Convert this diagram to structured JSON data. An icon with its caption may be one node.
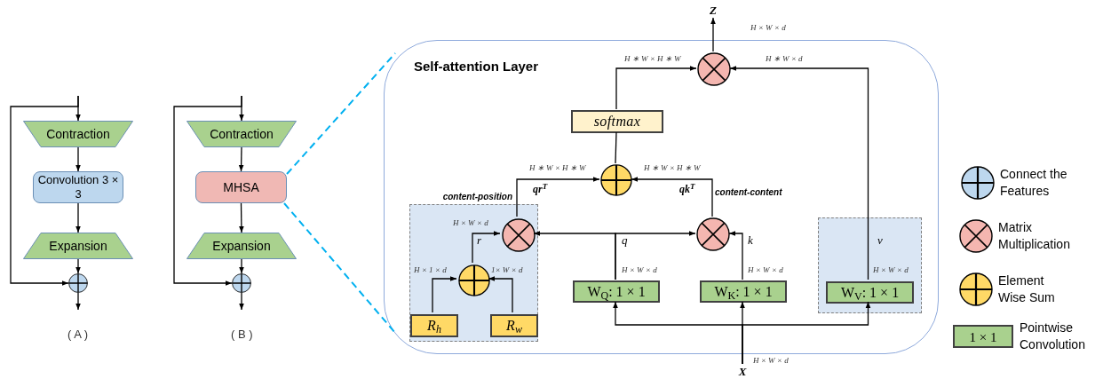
{
  "diagram": {
    "nodes": [
      {
        "text": [
          "Contraction"
        ]
      },
      {
        "text": [
          "Convolution 3 × 3"
        ]
      },
      {
        "text": [
          "Expansion"
        ]
      },
      {
        "text": [],
        "shape": "circle"
      },
      {
        "text": [
          "Contraction"
        ]
      },
      {
        "text": [
          "MHSA"
        ]
      },
      {
        "text": [
          "Expansion"
        ]
      },
      {
        "text": [],
        "shape": "circle"
      },
      {
        "text": [
          "Self-attention Layer"
        ]
      },
      {
        "text": [
          "softmax"
        ],
        "in": 8
      },
      {
        "text": [],
        "shape": "circle",
        "in": 8
      },
      {
        "text": [],
        "shape": "circle",
        "in": 8
      },
      {
        "text": [
          "content-position"
        ],
        "in": 8
      },
      {
        "text": [],
        "shape": "circle",
        "in": 12
      },
      {
        "text": [],
        "shape": "circle",
        "in": 12
      },
      {
        "text": [
          "R$_{h}$"
        ],
        "in": 12
      },
      {
        "text": [
          "R$_{w}$"
        ],
        "in": 12
      },
      {
        "text": [],
        "shape": "circle",
        "in": 8
      },
      {
        "text": [
          "W$_{Q}$: 1 × 1"
        ],
        "in": 8
      },
      {
        "text": [
          "W$_{K}$: 1 × 1"
        ],
        "in": 8
      },
      {
        "text": [],
        "shape": "box",
        "in": 8
      },
      {
        "text": [
          "W$_{V}$: 1 × 1"
        ],
        "in": 20
      },
      {
        "text": [
          "Z"
        ]
      },
      {
        "text": [
          "X"
        ]
      }
    ],
    "edges": [
      {
        "from": null,
        "to": 0,
        "arrow": "to"
      },
      {
        "from": null,
        "to": 3,
        "arrow": "to"
      },
      {
        "from": 0,
        "to": 1,
        "arrow": "to"
      },
      {
        "from": 1,
        "to": 2,
        "arrow": "to"
      },
      {
        "from": 2,
        "to": 3,
        "arrow": "to"
      },
      {
        "from": 3,
        "to": null,
        "arrow": "to"
      },
      {
        "from": null,
        "to": 4,
        "arrow": "to"
      },
      {
        "from": null,
        "to": 7,
        "arrow": "to"
      },
      {
        "from": 4,
        "to": 5,
        "arrow": "to"
      },
      {
        "from": 5,
        "to": 6,
        "arrow": "to"
      },
      {
        "from": 6,
        "to": 7,
        "arrow": "to"
      },
      {
        "from": 7,
        "to": null,
        "arrow": "to"
      },
      {
        "from": 5,
        "to": 8,
        "arrow": "none",
        "style": "dashed",
        "color": "#00b0f0"
      },
      {
        "from": 5,
        "to": 8,
        "arrow": "none",
        "style": "dashed",
        "color": "#00b0f0"
      },
      {
        "from": 23,
        "to": 18,
        "arrow": "to"
      },
      {
        "from": 23,
        "to": 19,
        "arrow": "to"
      },
      {
        "from": 23,
        "to": 21,
        "arrow": "to"
      },
      {
        "from": 18,
        "to": 13,
        "arrow": "to",
        "label": "q"
      },
      {
        "from": 18,
        "to": 17,
        "arrow": "to"
      },
      {
        "from": 19,
        "to": 17,
        "arrow": "to",
        "label": "k"
      },
      {
        "from": 21,
        "to": 10,
        "arrow": "to",
        "label": "v"
      },
      {
        "from": 15,
        "to": 14,
        "arrow": "to"
      },
      {
        "from": 16,
        "to": 14,
        "arrow": "to"
      },
      {
        "from": 14,
        "to": 13,
        "arrow": "to",
        "label": "r"
      },
      {
        "from": 13,
        "to": 11,
        "arrow": "to",
        "label": "qr$^{T}$"
      },
      {
        "from": 17,
        "to": 11,
        "arrow": "to",
        "label": "qk$^{T}$"
      },
      {
        "from": 11,
        "to": 9,
        "arrow": "none"
      },
      {
        "from": 9,
        "to": 10,
        "arrow": "to"
      },
      {
        "from": 10,
        "to": 22,
        "arrow": "to"
      }
    ],
    "labels": [
      "( A )",
      "( B )",
      "H × W × d",
      "H ∗ W × H ∗ W",
      "H ∗ W × d",
      "H ∗ W × H ∗ W",
      "H ∗ W × H ∗ W",
      "content-content",
      "H × W × d",
      "H × 1 × d",
      "1× W × d",
      "H × W × d",
      "H × W × d",
      "H × W × d",
      "H × W × d",
      "1 × 1"
    ],
    "legend": [
      {
        "text": "Connect the Features",
        "color": "#bdd7ee"
      },
      {
        "text": "Matrix Multiplication",
        "color": "#f4b6b0"
      },
      {
        "text": "Element Wise Sum",
        "color": "#ffd966"
      },
      {
        "text": "Pointwise Convolution",
        "color": "#a9d18e"
      }
    ]
  }
}
